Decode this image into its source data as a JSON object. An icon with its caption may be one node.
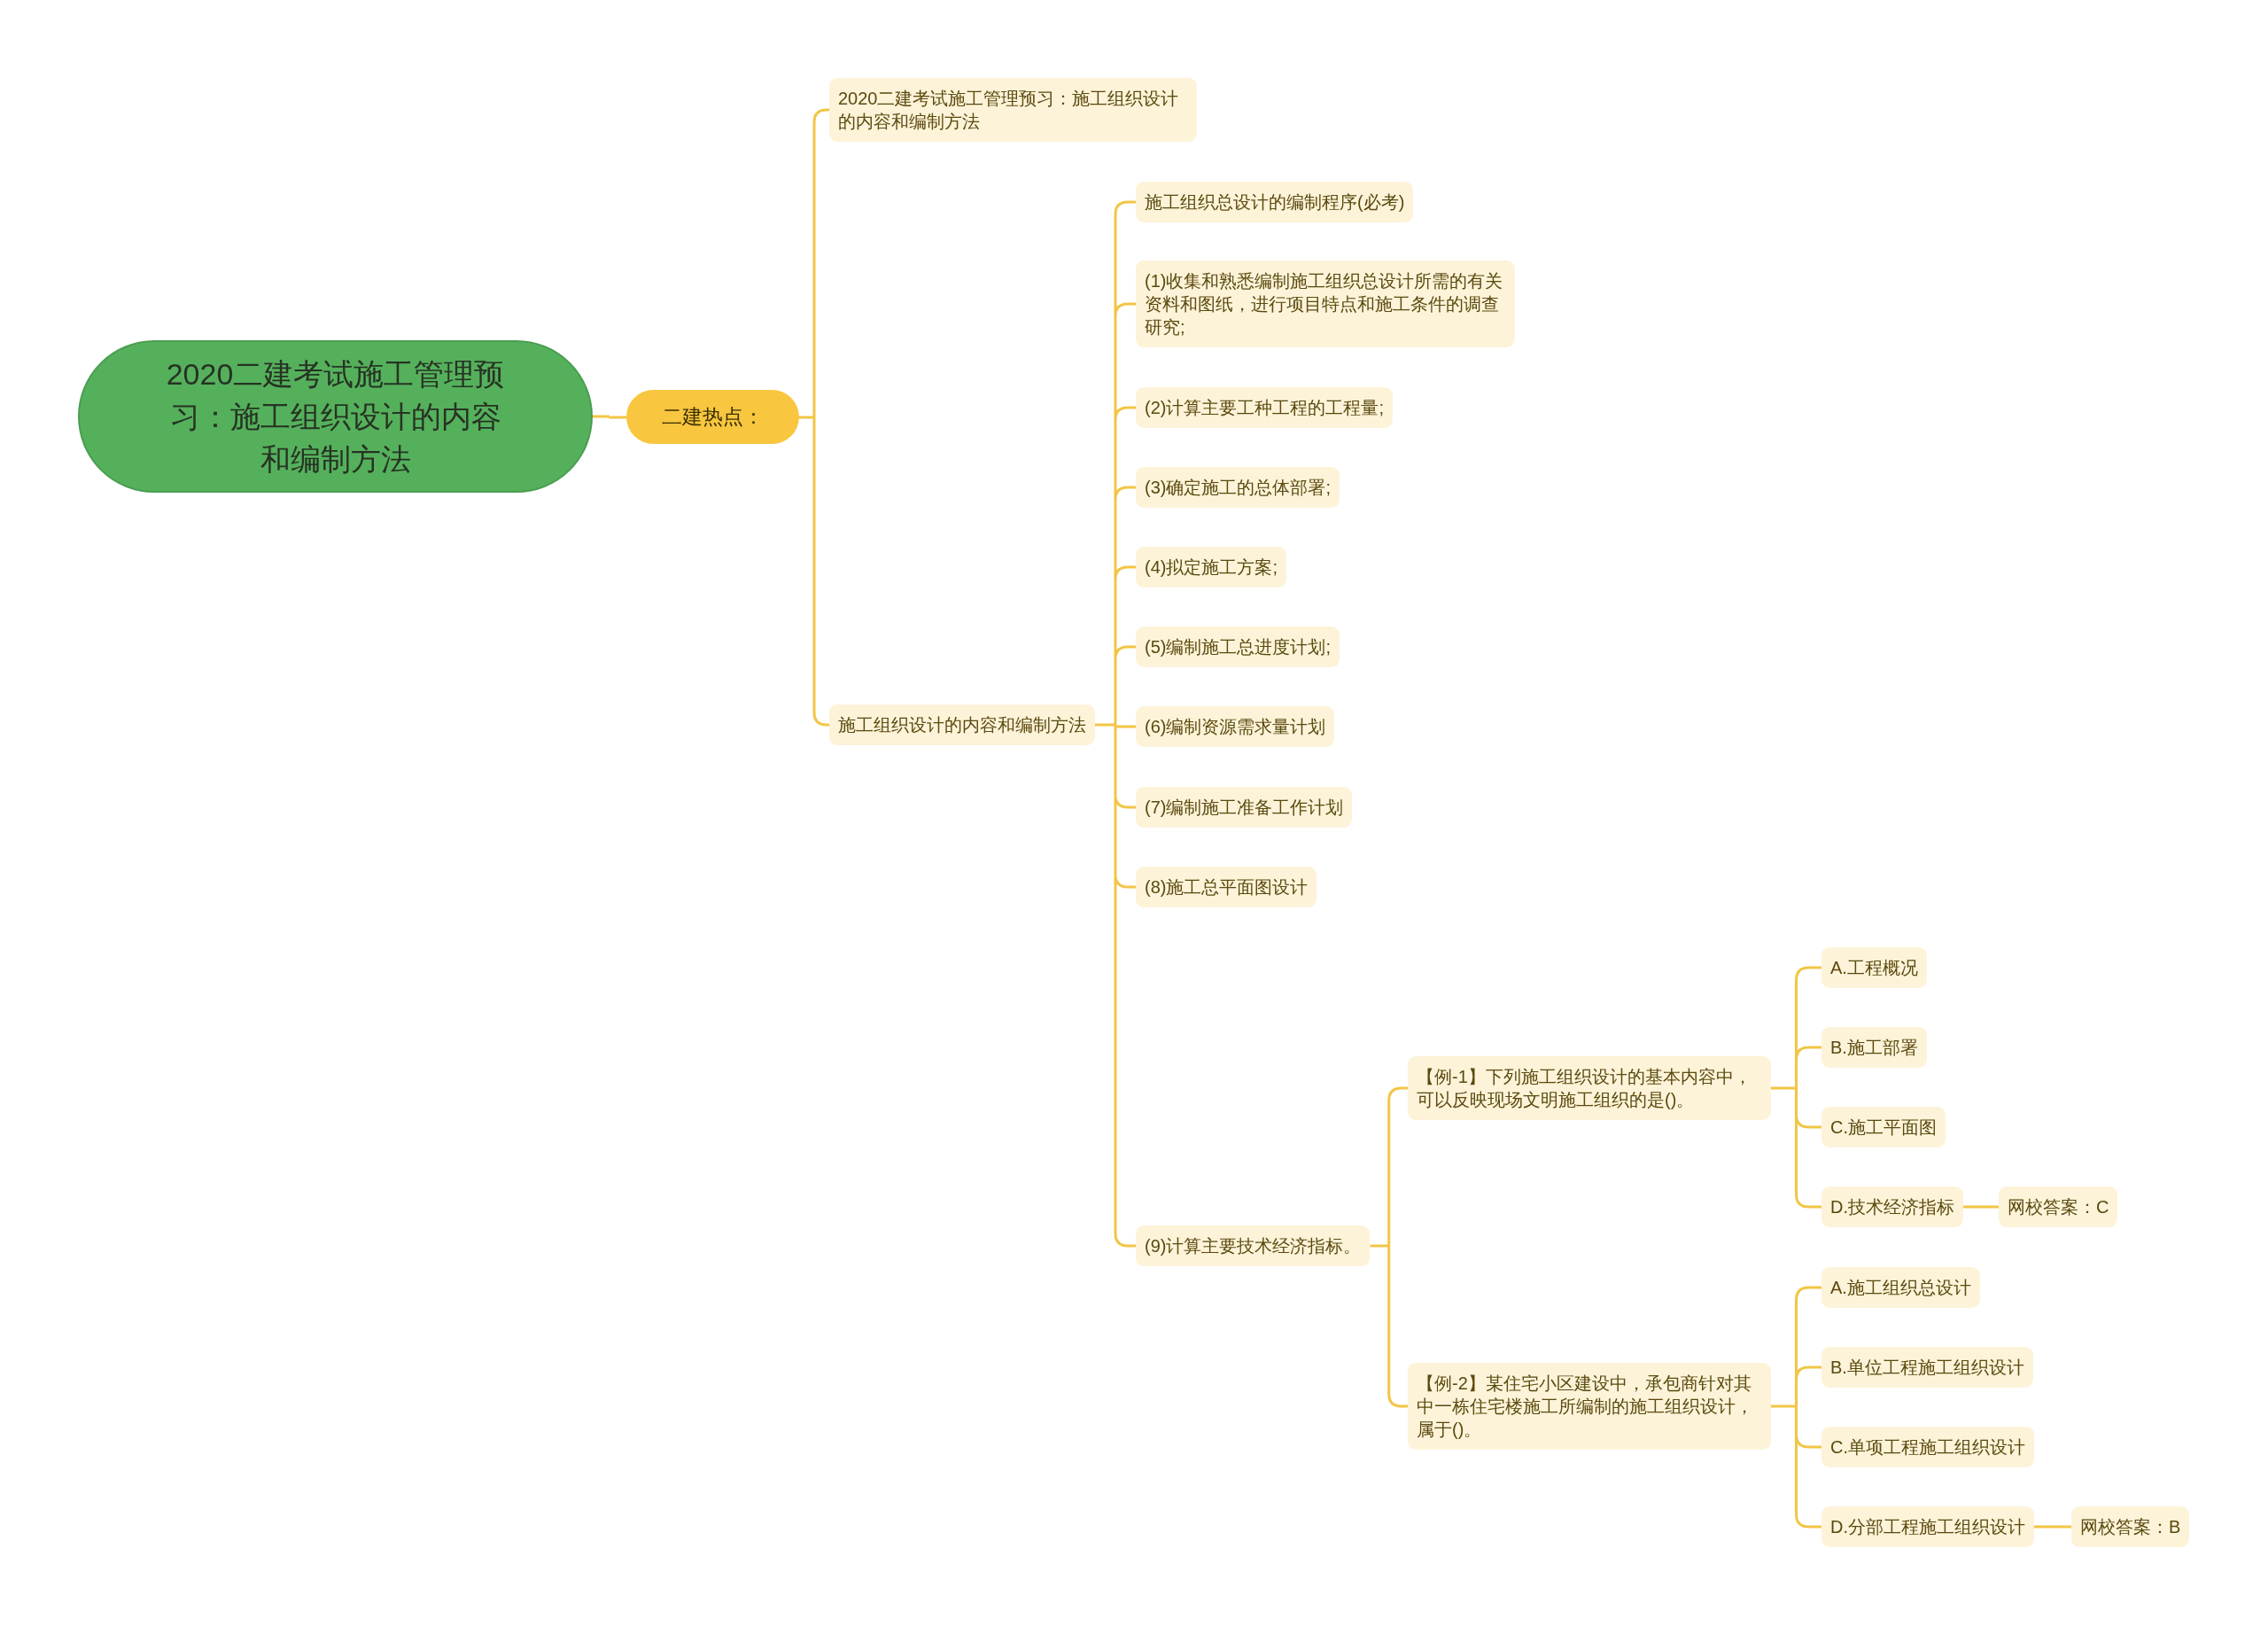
{
  "diagram": {
    "nodes": [
      {
        "text": [
          "2020二建考试施工管理预习：施工组织设计的内容和编制方法"
        ]
      },
      {
        "text": [
          "二建热点："
        ]
      },
      {
        "text": [
          "2020二建考试施工管理预习：施工组织设计的内容和编制方法"
        ]
      },
      {
        "text": [
          "施工组织设计的内容和编制方法"
        ]
      },
      {
        "text": [
          "施工组织总设计的编制程序(必考)"
        ]
      },
      {
        "text": [
          "(1)收集和熟悉编制施工组织总设计所需的有关资料和图纸，进行项目特点和施工条件的调查研究;"
        ]
      },
      {
        "text": [
          "(2)计算主要工种工程的工程量;"
        ]
      },
      {
        "text": [
          "(3)确定施工的总体部署;"
        ]
      },
      {
        "text": [
          "(4)拟定施工方案;"
        ]
      },
      {
        "text": [
          "(5)编制施工总进度计划;"
        ]
      },
      {
        "text": [
          "(6)编制资源需求量计划"
        ]
      },
      {
        "text": [
          "(7)编制施工准备工作计划"
        ]
      },
      {
        "text": [
          "(8)施工总平面图设计"
        ]
      },
      {
        "text": [
          "(9)计算主要技术经济指标。"
        ]
      },
      {
        "text": [
          "【例-1】下列施工组织设计的基本内容中，可以反映现场文明施工组织的是()。"
        ]
      },
      {
        "text": [
          "A.工程概况"
        ]
      },
      {
        "text": [
          "B.施工部署"
        ]
      },
      {
        "text": [
          "C.施工平面图"
        ]
      },
      {
        "text": [
          "D.技术经济指标"
        ]
      },
      {
        "text": [
          "网校答案：C"
        ]
      },
      {
        "text": [
          "【例-2】某住宅小区建设中，承包商针对其中一栋住宅楼施工所编制的施工组织设计，属于()。"
        ]
      },
      {
        "text": [
          "A.施工组织总设计"
        ]
      },
      {
        "text": [
          "B.单位工程施工组织设计"
        ]
      },
      {
        "text": [
          "C.单项工程施工组织设计"
        ]
      },
      {
        "text": [
          "D.分部工程施工组织设计"
        ]
      },
      {
        "text": [
          "网校答案：B"
        ]
      }
    ],
    "edges": [
      {
        "from": 0,
        "to": 1,
        "arrow": "none"
      },
      {
        "from": 1,
        "to": 2,
        "arrow": "none"
      },
      {
        "from": 1,
        "to": 3,
        "arrow": "none"
      },
      {
        "from": 3,
        "to": 4,
        "arrow": "none"
      },
      {
        "from": 3,
        "to": 5,
        "arrow": "none"
      },
      {
        "from": 3,
        "to": 6,
        "arrow": "none"
      },
      {
        "from": 3,
        "to": 7,
        "arrow": "none"
      },
      {
        "from": 3,
        "to": 8,
        "arrow": "none"
      },
      {
        "from": 3,
        "to": 9,
        "arrow": "none"
      },
      {
        "from": 3,
        "to": 10,
        "arrow": "none"
      },
      {
        "from": 3,
        "to": 11,
        "arrow": "none"
      },
      {
        "from": 3,
        "to": 12,
        "arrow": "none"
      },
      {
        "from": 3,
        "to": 13,
        "arrow": "none"
      },
      {
        "from": 13,
        "to": 14,
        "arrow": "none"
      },
      {
        "from": 13,
        "to": 20,
        "arrow": "none"
      },
      {
        "from": 14,
        "to": 15,
        "arrow": "none"
      },
      {
        "from": 14,
        "to": 16,
        "arrow": "none"
      },
      {
        "from": 14,
        "to": 17,
        "arrow": "none"
      },
      {
        "from": 14,
        "to": 18,
        "arrow": "none"
      },
      {
        "from": 18,
        "to": 19,
        "arrow": "none"
      },
      {
        "from": 20,
        "to": 21,
        "arrow": "none"
      },
      {
        "from": 20,
        "to": 22,
        "arrow": "none"
      },
      {
        "from": 20,
        "to": 23,
        "arrow": "none"
      },
      {
        "from": 20,
        "to": 24,
        "arrow": "none"
      },
      {
        "from": 24,
        "to": 25,
        "arrow": "none"
      }
    ]
  }
}
